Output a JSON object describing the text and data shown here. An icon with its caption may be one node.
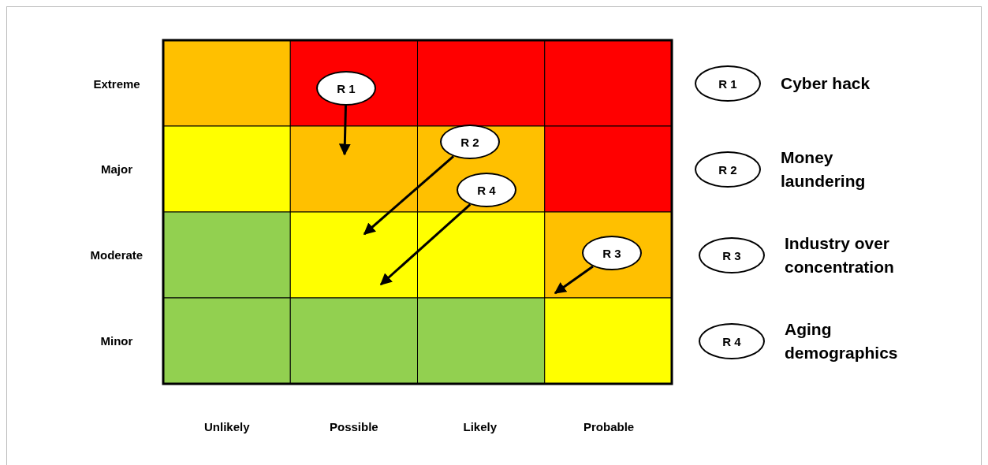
{
  "diagram": {
    "nodes": [
      {
        "text": [
          "R 1"
        ]
      },
      {
        "text": [
          "R 2"
        ]
      },
      {
        "text": [
          "R 4"
        ]
      },
      {
        "text": [
          "R 3"
        ]
      },
      {
        "text": [
          "R 1"
        ],
        "beside": [
          "Cyber hack"
        ]
      },
      {
        "text": [
          "R 2"
        ],
        "beside": [
          "Money laundering"
        ]
      },
      {
        "text": [
          "R 3"
        ],
        "beside": [
          "Industry over concentration"
        ]
      },
      {
        "text": [
          "R 4"
        ],
        "beside": [
          "Aging demographics"
        ]
      }
    ],
    "edges": [
      {
        "from": 0,
        "to": null,
        "arrow": "to"
      },
      {
        "from": 1,
        "to": null,
        "arrow": "to"
      },
      {
        "from": 2,
        "to": null,
        "arrow": "to"
      },
      {
        "from": 3,
        "to": null,
        "arrow": "to"
      }
    ],
    "labels": [
      "Extreme",
      "Major",
      "Moderate",
      "Minor",
      "Unlikely",
      "Possible",
      "Likely",
      "Probable"
    ]
  }
}
